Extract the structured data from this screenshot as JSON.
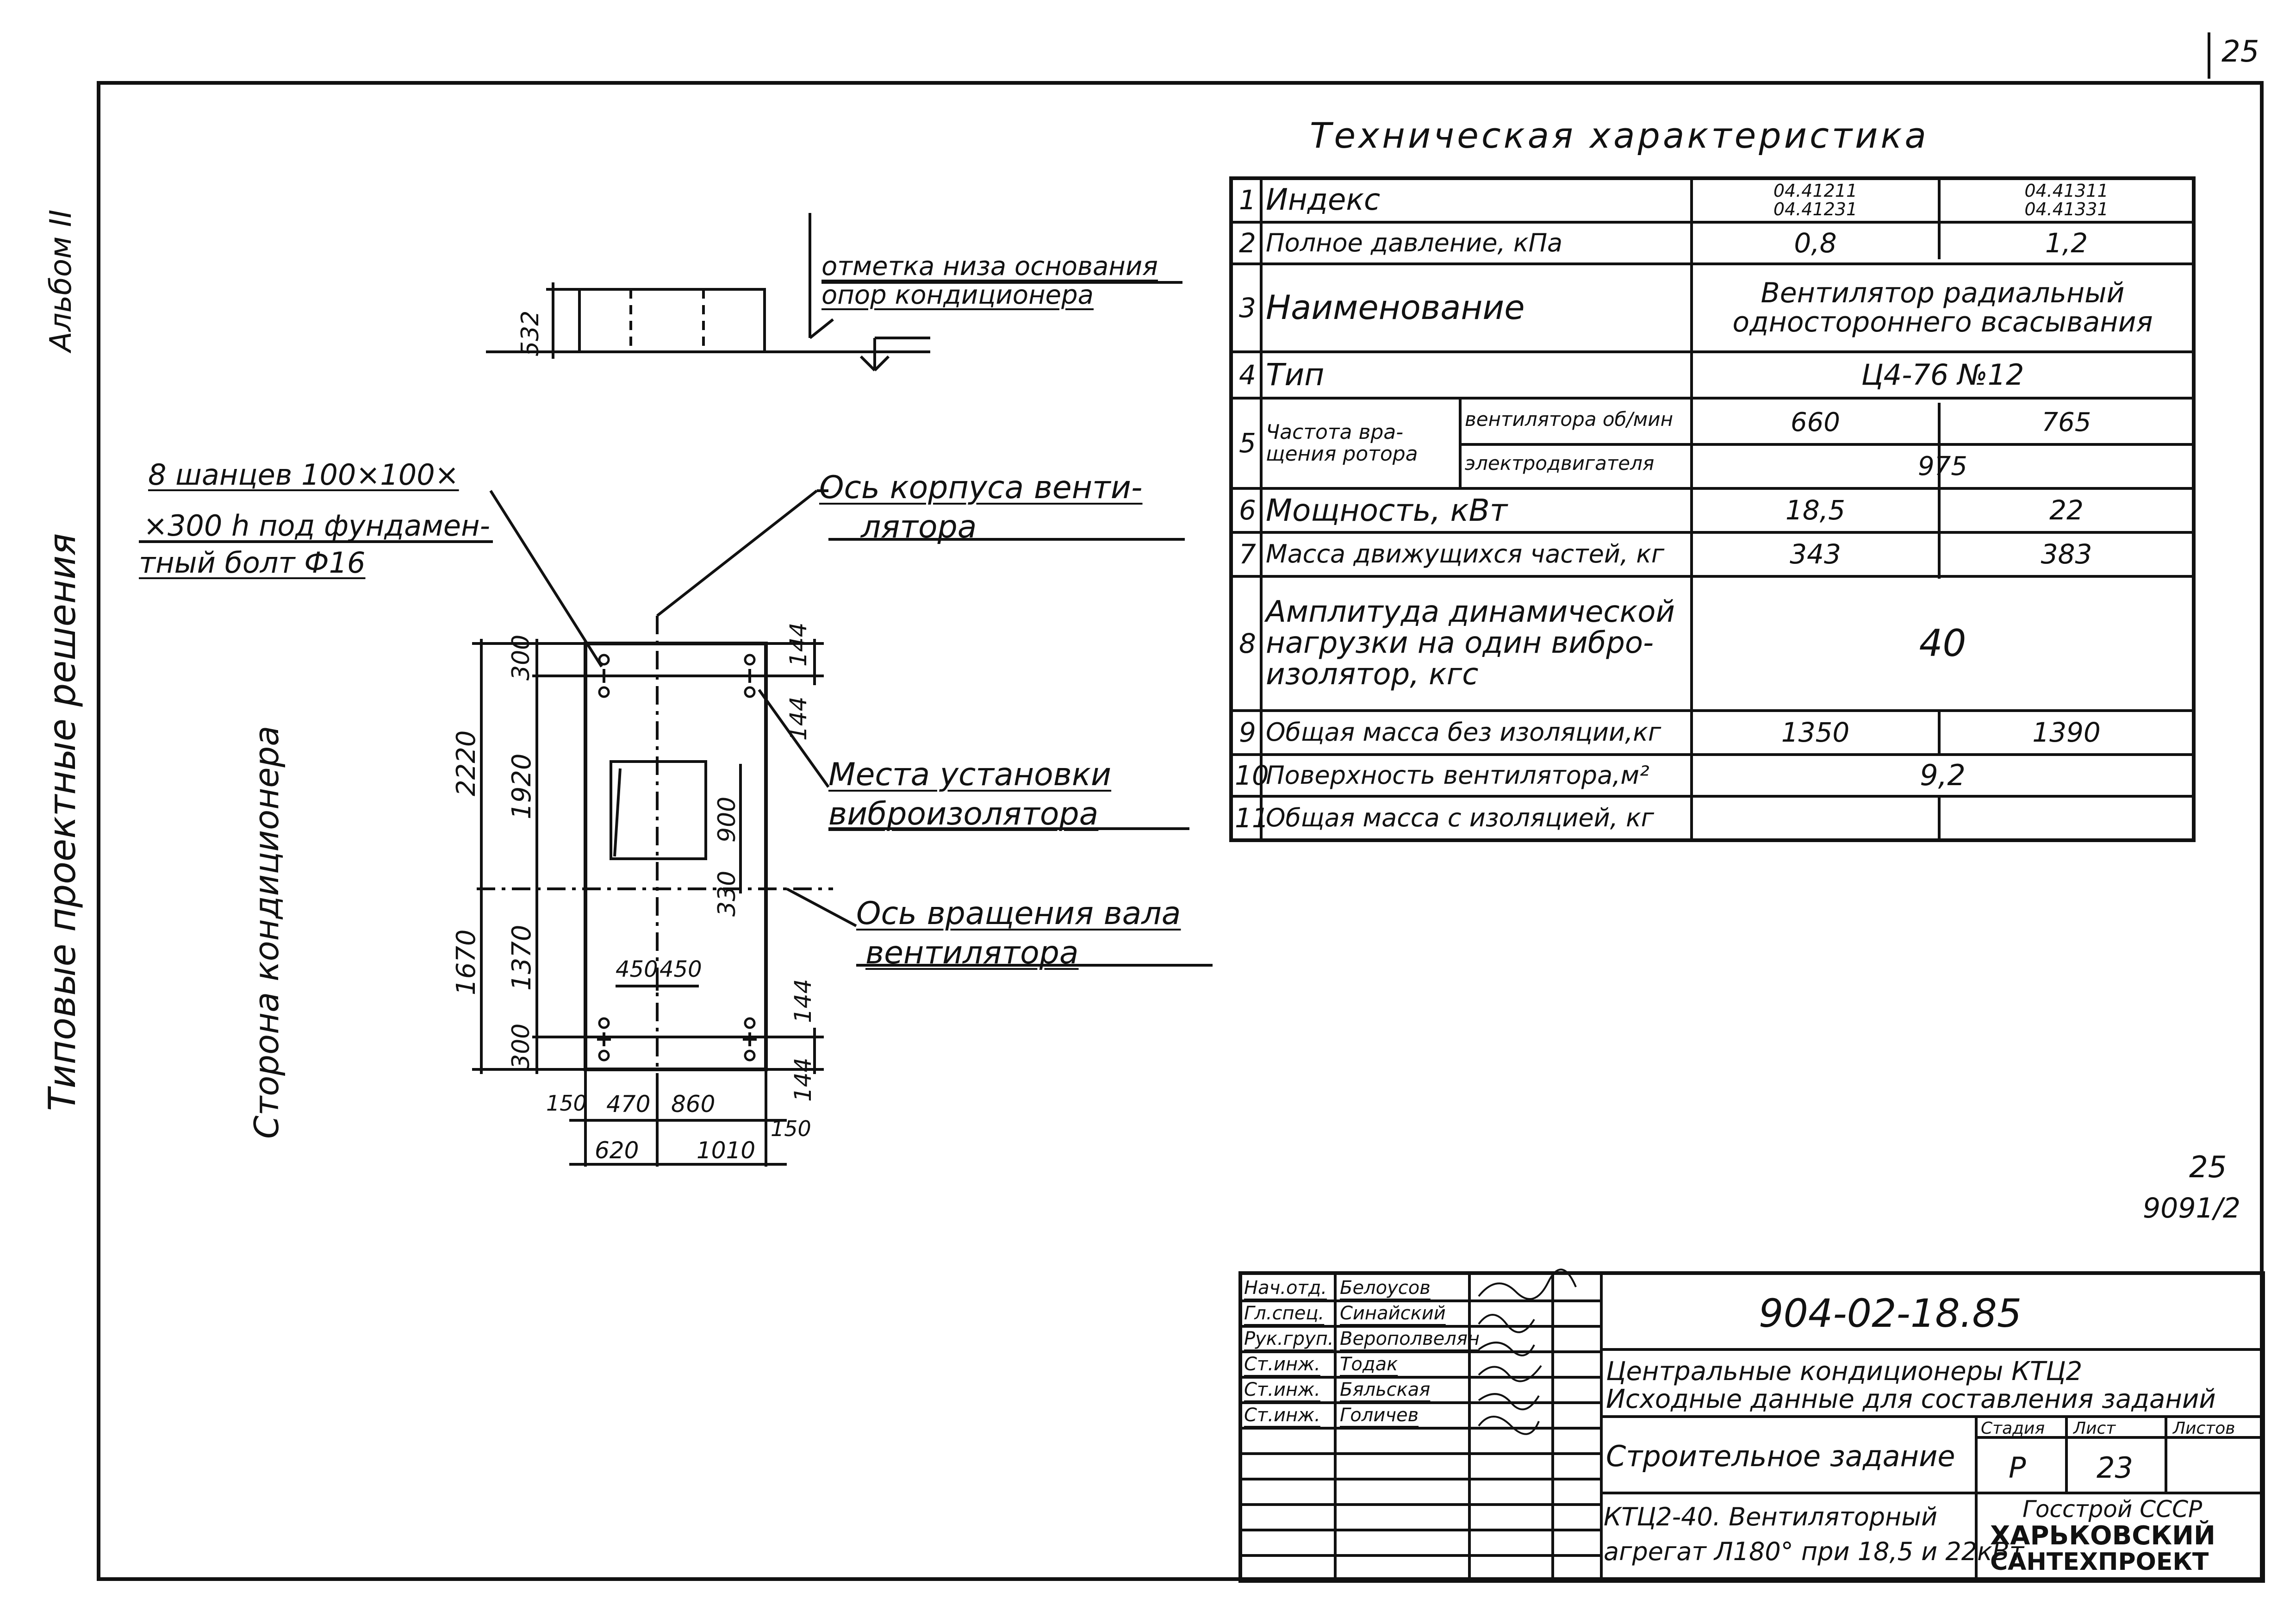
{
  "sheet": {
    "page_number": "25",
    "sheet_ref_top": "25",
    "sheet_ref_bottom": "9091/2",
    "album": "Альбом II",
    "series": "Типовые проектные решения",
    "side_label": "Сторона кондиционера"
  },
  "spec": {
    "title": "Техническая характеристика",
    "rows": [
      {
        "n": "1",
        "name": "Индекс",
        "v1": "04.41211\n04.41231",
        "v2": "04.41311\n04.41331",
        "merged": ""
      },
      {
        "n": "2",
        "name": "Полное давление, кПа",
        "v1": "0,8",
        "v2": "1,2",
        "merged": ""
      },
      {
        "n": "3",
        "name": "Наименование",
        "v1": "",
        "v2": "",
        "merged": "Вентилятор радиальный\nодностороннего всасывания"
      },
      {
        "n": "4",
        "name": "Тип",
        "v1": "",
        "v2": "",
        "merged": "Ц4-76 №12"
      },
      {
        "n": "5",
        "name": "Частота вра-\nщения ротора",
        "sub_a": "вентилятора об/мин",
        "sub_b": "электродвигателя",
        "v1": "660",
        "v2": "765",
        "merged": "975"
      },
      {
        "n": "6",
        "name": "Мощность, кВт",
        "v1": "18,5",
        "v2": "22",
        "merged": ""
      },
      {
        "n": "7",
        "name": "Масса движущихся частей, кг",
        "v1": "343",
        "v2": "383",
        "merged": ""
      },
      {
        "n": "8",
        "name": "Амплитуда динамической\nнагрузки на один вибро-\nизолятор, кгс",
        "v1": "",
        "v2": "",
        "merged": "40"
      },
      {
        "n": "9",
        "name": "Общая масса без изоляции,кг",
        "v1": "1350",
        "v2": "1390",
        "merged": ""
      },
      {
        "n": "10",
        "name": "Поверхность вентилятора,м²",
        "v1": "",
        "v2": "",
        "merged": "9,2"
      },
      {
        "n": "11",
        "name": "Общая масса с изоляцией, кг",
        "v1": "",
        "v2": "",
        "merged": ""
      }
    ]
  },
  "drawing": {
    "note_base": "отметка низа основания\nопор кондиционера",
    "note_anchors": "8 шанцев 100×100×\n×300 h под фундамен-\nтный болт Ф16",
    "note_axis_body": "Ось корпуса венти-\nлятора",
    "note_isolators": "Места установки\nвиброизолятора",
    "note_axis_shaft": "Ось вращения вала\nвентилятора",
    "dims": {
      "d532": "532",
      "d2220": "2220",
      "d1920": "1920",
      "d300a": "300",
      "d1670": "1670",
      "d1370": "1370",
      "d300b": "300",
      "d144a": "144",
      "d144b": "144",
      "d144c": "144",
      "d144d": "144",
      "d900": "900",
      "d330": "330",
      "d450a": "450",
      "d450b": "450",
      "d150a": "150",
      "d470": "470",
      "d860": "860",
      "d150b": "150",
      "d620": "620",
      "d1010": "1010"
    }
  },
  "titleblock": {
    "doc_code": "904-02-18.85",
    "title_1": "Центральные кондиционеры КТЦ2",
    "title_2": "Исходные данные для составления заданий",
    "subtitle": "Строительное задание",
    "description_1": "КТЦ2-40. Вентиляторный",
    "description_2": "агрегат Л180° при 18,5 и 22кВт",
    "stage_label": "Стадия",
    "sheet_label": "Лист",
    "sheets_label": "Листов",
    "stage": "Р",
    "sheet": "23",
    "org_1": "Госстрой СССР",
    "org_2": "ХАРЬКОВСКИЙ",
    "org_3": "САНТЕХПРОЕКТ",
    "people": [
      {
        "role": "Нач.отд.",
        "name": "Белоусов"
      },
      {
        "role": "Гл.спец.",
        "name": "Синайский"
      },
      {
        "role": "Рук.груп.",
        "name": "Верополвелян"
      },
      {
        "role": "Ст.инж.",
        "name": "Тодак"
      },
      {
        "role": "Ст.инж.",
        "name": "Бяльская"
      },
      {
        "role": "Ст.инж.",
        "name": "Голичев"
      }
    ]
  }
}
